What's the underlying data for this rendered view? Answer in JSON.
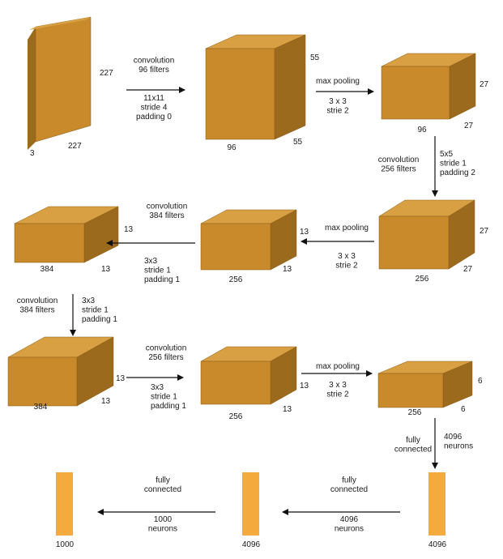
{
  "colors": {
    "block_front": "#c88a2a",
    "block_top": "#d9a043",
    "block_side": "#9c6a1c",
    "block_edge": "#8a5c16",
    "fc_bar": "#f4aa3c",
    "arrow": "#111111",
    "text": "#1a1a1a"
  },
  "blocks": [
    {
      "id": "input",
      "dims": [
        "227",
        "227",
        "3"
      ]
    },
    {
      "id": "conv1",
      "dims": [
        "55",
        "55",
        "96"
      ]
    },
    {
      "id": "pool1",
      "dims": [
        "27",
        "27",
        "96"
      ]
    },
    {
      "id": "conv2",
      "dims": [
        "27",
        "27",
        "256"
      ]
    },
    {
      "id": "pool2",
      "dims": [
        "13",
        "13",
        "256"
      ]
    },
    {
      "id": "conv3",
      "dims": [
        "13",
        "13",
        "384"
      ]
    },
    {
      "id": "conv4",
      "dims": [
        "13",
        "13",
        "384"
      ]
    },
    {
      "id": "conv5",
      "dims": [
        "13",
        "13",
        "256"
      ]
    },
    {
      "id": "pool3",
      "dims": [
        "6",
        "6",
        "256"
      ]
    }
  ],
  "fc_layers": [
    {
      "id": "fc1",
      "size": "4096"
    },
    {
      "id": "fc2",
      "size": "4096"
    },
    {
      "id": "fc3",
      "size": "1000"
    }
  ],
  "operations": [
    {
      "id": "op1",
      "lines_above": [
        "convolution",
        "96 filters"
      ],
      "lines_below": [
        "11x11",
        "stride 4",
        "padding 0"
      ]
    },
    {
      "id": "op2",
      "lines_above": [
        "max pooling"
      ],
      "lines_below": [
        "3 x 3",
        "strie 2"
      ]
    },
    {
      "id": "op3",
      "lines_left": [
        "convolution",
        "256 filters"
      ],
      "lines_right": [
        "5x5",
        "stride 1",
        "padding 2"
      ]
    },
    {
      "id": "op4",
      "lines_above": [
        "max pooling"
      ],
      "lines_below": [
        "3 x 3",
        "strie 2"
      ]
    },
    {
      "id": "op5",
      "lines_above": [
        "convolution",
        "384 filters"
      ],
      "lines_below": [
        "3x3",
        "stride 1",
        "padding 1"
      ]
    },
    {
      "id": "op6",
      "lines_left": [
        "convolution",
        "384 filters"
      ],
      "lines_right": [
        "3x3",
        "stride 1",
        "padding 1"
      ]
    },
    {
      "id": "op7",
      "lines_above": [
        "convolution",
        "256 filters"
      ],
      "lines_below": [
        "3x3",
        "stride 1",
        "padding 1"
      ]
    },
    {
      "id": "op8",
      "lines_above": [
        "max pooling"
      ],
      "lines_below": [
        "3 x 3",
        "strie 2"
      ]
    },
    {
      "id": "op9",
      "lines_left": [
        "fully",
        "connected"
      ],
      "lines_right": [
        "4096",
        "neurons"
      ]
    },
    {
      "id": "op10",
      "lines_above": [
        "fully",
        "connected"
      ],
      "lines_below": [
        "4096",
        "neurons"
      ]
    },
    {
      "id": "op11",
      "lines_above": [
        "fully",
        "connected"
      ],
      "lines_below": [
        "1000",
        "neurons"
      ]
    }
  ]
}
